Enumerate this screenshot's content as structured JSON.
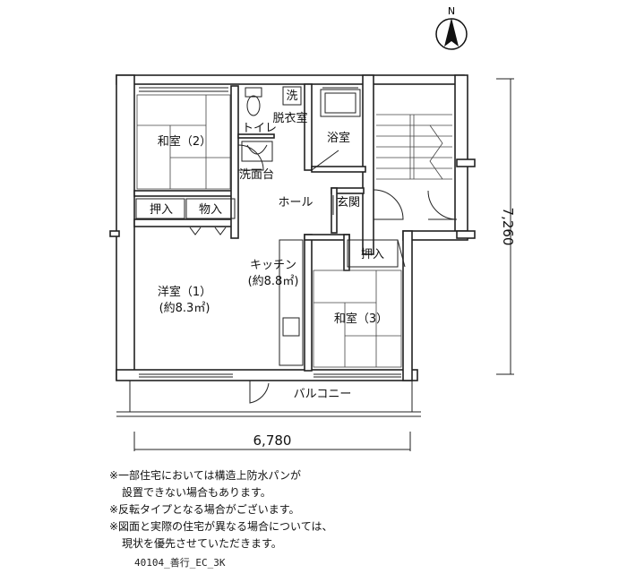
{
  "compass": {
    "north": "N"
  },
  "rooms": {
    "washitsu2": "和室（2）",
    "toilet": "トイレ",
    "laundry": "洗",
    "dressing": "脱衣室",
    "bath": "浴室",
    "washbasin": "洗面台",
    "hall": "ホール",
    "entrance": "玄関",
    "oshiire1": "押入",
    "storage": "物入",
    "oshiire2": "押入",
    "kitchen": "キッチン",
    "kitchen_area": "(約8.8㎡)",
    "youshitsu1": "洋室（1）",
    "youshitsu1_area": "(約8.3㎡)",
    "washitsu3": "和室（3）",
    "balcony": "バルコニー"
  },
  "dimensions": {
    "width": "6,780",
    "depth": "7,260"
  },
  "notes": [
    "※一部住宅においては構造上防水パンが",
    "設置できない場合もあります。",
    "※反転タイプとなる場合がございます。",
    "※図面と実際の住宅が異なる場合については、",
    "現状を優先させていただきます。"
  ],
  "plan_code": "40104_善行_EC_3K"
}
